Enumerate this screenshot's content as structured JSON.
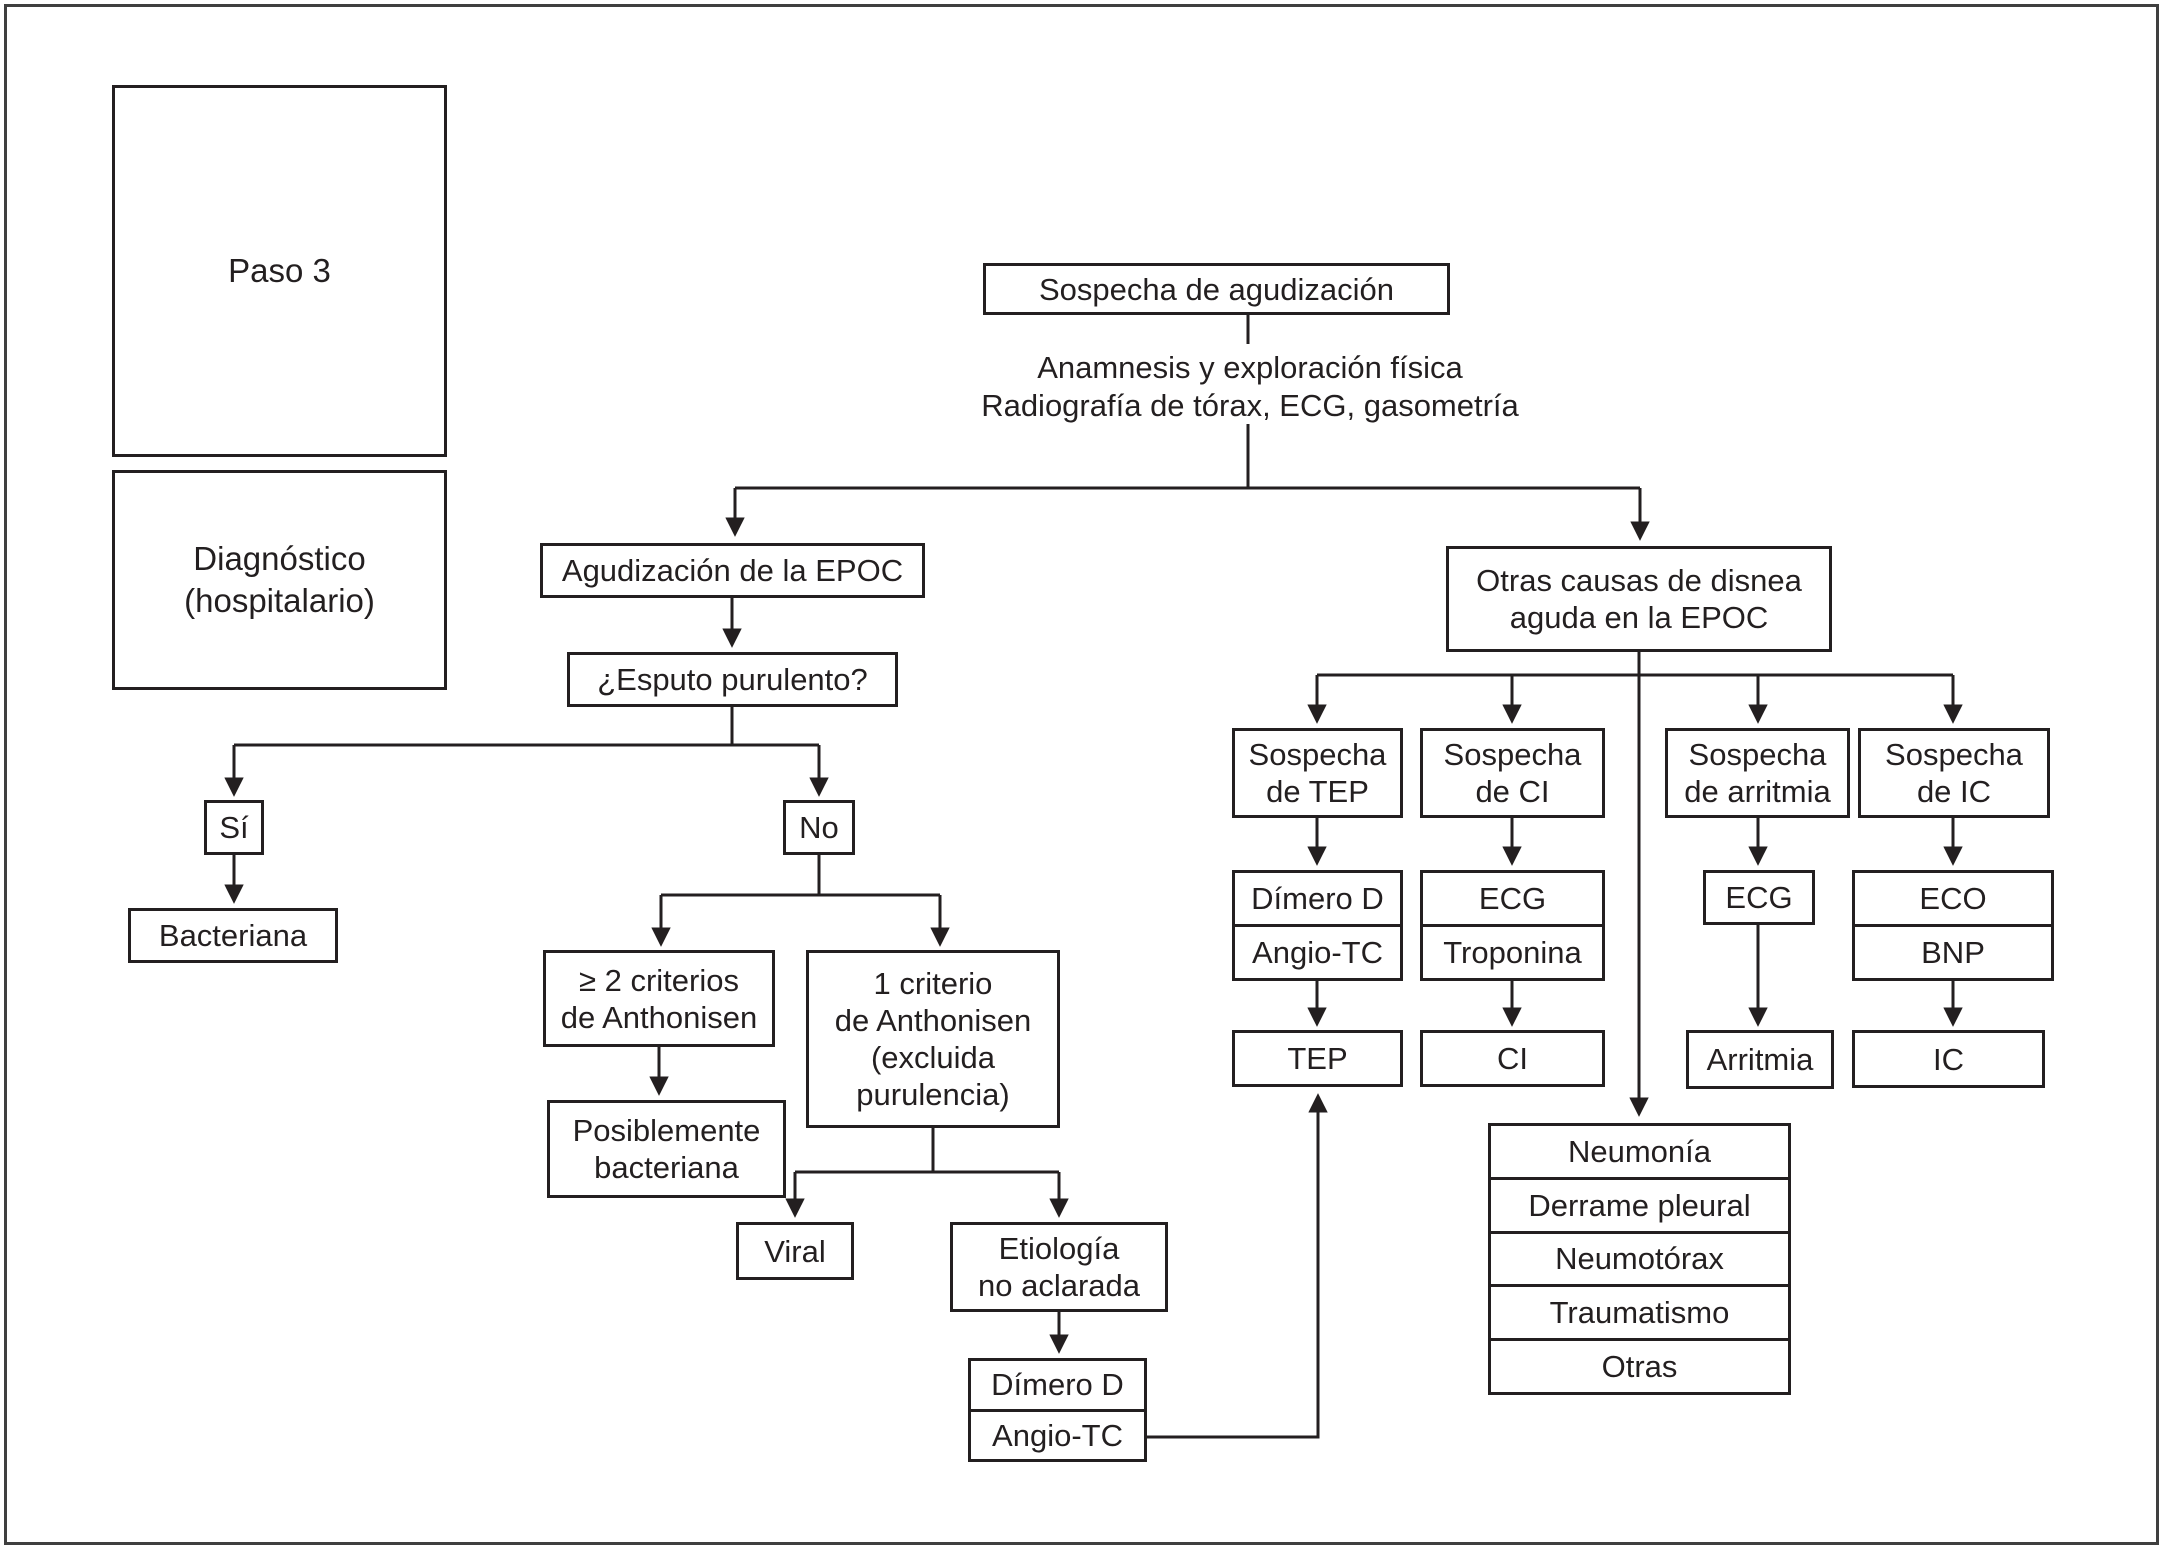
{
  "palette": {
    "background": "#ffffff",
    "ink": "#231f20",
    "frame": "#3f3f3f"
  },
  "sidebar": {
    "paso": "Paso 3",
    "diagnostico": "Diagnóstico\n(hospitalario)"
  },
  "root": {
    "title": "Sospecha de agudización",
    "note_line1": "Anamnesis y exploración física",
    "note_line2": "Radiografía de tórax, ECG, gasometría"
  },
  "epoc": {
    "agudizacion": "Agudización de la EPOC",
    "esputo": "¿Esputo purulento?",
    "si": "Sí",
    "no": "No",
    "bacteriana": "Bacteriana",
    "criterios2": "≥ 2 criterios\nde Anthonisen",
    "criterio1": "1 criterio\nde Anthonisen\n(excluida\npurulencia)",
    "posiblemente": "Posiblemente\nbacteriana",
    "viral": "Viral",
    "etiologia": "Etiología\nno aclarada",
    "dimero": "Dímero D",
    "angiotc": "Angio-TC"
  },
  "otras": {
    "title": "Otras causas de disnea\naguda en la EPOC",
    "tep": {
      "sospecha": "Sospecha\nde TEP",
      "test1": "Dímero D",
      "test2": "Angio-TC",
      "result": "TEP"
    },
    "ci": {
      "sospecha": "Sospecha\nde CI",
      "test1": "ECG",
      "test2": "Troponina",
      "result": "CI"
    },
    "arritmia": {
      "sospecha": "Sospecha\nde arritmia",
      "test1": "ECG",
      "result": "Arritmia"
    },
    "ic": {
      "sospecha": "Sospecha\nde IC",
      "test1": "ECO",
      "test2": "BNP",
      "result": "IC"
    },
    "otras_list": [
      "Neumonía",
      "Derrame pleural",
      "Neumotórax",
      "Traumatismo",
      "Otras"
    ]
  }
}
